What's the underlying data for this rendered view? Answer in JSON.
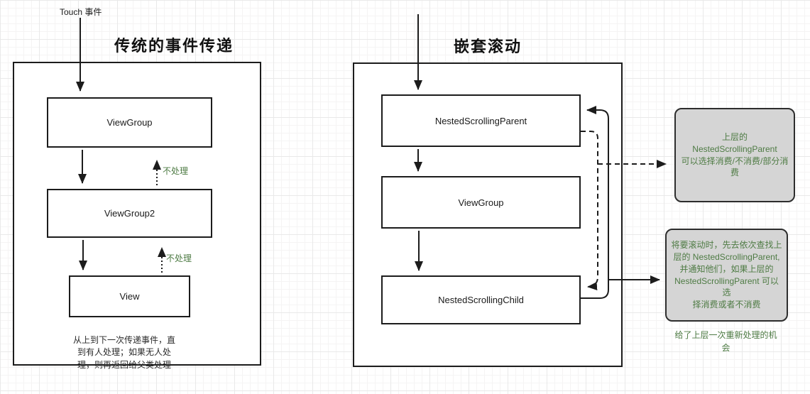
{
  "left_diagram": {
    "title": "传统的事件传递",
    "touch_label": "Touch 事件",
    "boxes": [
      {
        "label": "ViewGroup"
      },
      {
        "label": "ViewGroup2"
      },
      {
        "label": "View"
      }
    ],
    "unhandled_labels": [
      "不处理",
      "不处理"
    ],
    "footnote": "从上到下一次传递事件，直\n到有人处理；如果无人处\n理，则再返回给父类处理"
  },
  "right_diagram": {
    "title": "嵌套滚动",
    "boxes": [
      {
        "label": "NestedScrollingParent"
      },
      {
        "label": "ViewGroup"
      },
      {
        "label": "NestedScrollingChild"
      }
    ]
  },
  "annotations": {
    "parent_note": "上层的 NestedScrollingParent\n可以选择消费/不消费/部分消\n费",
    "child_note": "将要滚动时，先去依次查找上\n层的 NestedScrollingParent,\n并通知他们，如果上层的\nNestedScrollingParent 可以选\n择消费或者不消费",
    "caption": "给了上层一次重新处理的机\n会"
  },
  "colors": {
    "line": "#1c1c1c",
    "green_text": "#4e7b44",
    "annotation_bg": "#d5d5d5",
    "box_bg": "#ffffff"
  }
}
